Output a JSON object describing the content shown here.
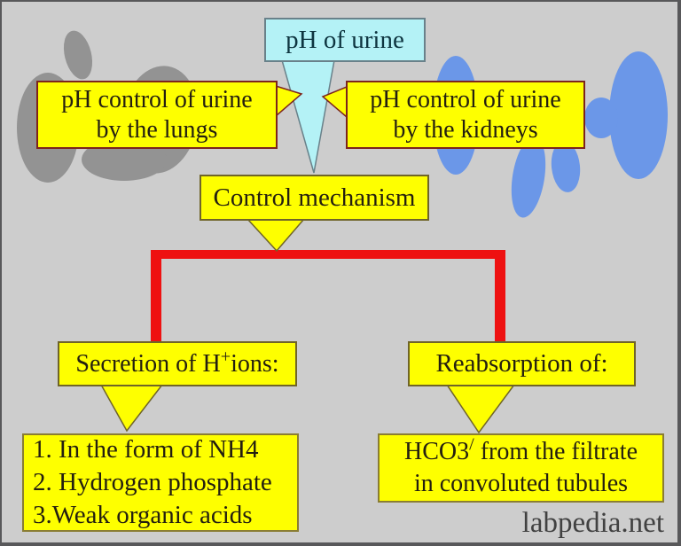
{
  "diagram": {
    "title_box": {
      "text": "pH of urine"
    },
    "lungs_box": {
      "line1": "pH control of urine",
      "line2": "by the lungs"
    },
    "kidneys_box": {
      "line1": "pH control of urine",
      "line2": "by the kidneys"
    },
    "control_box": {
      "text": "Control mechanism"
    },
    "secretion_box": {
      "pre": "Secretion of H",
      "sup": "+",
      "post": "ions:"
    },
    "reabsorption_box": {
      "text": "Reabsorption of:"
    },
    "secretion_list": {
      "items": [
        "1. In the form of NH4",
        "2. Hydrogen phosphate",
        "3.Weak organic acids"
      ]
    },
    "hco3_box": {
      "line1_pre": "HCO3",
      "line1_sup": "/",
      "line1_post": " from the filtrate",
      "line2": "in convoluted tubules"
    },
    "watermark": "labpedia.net"
  },
  "colors": {
    "background": "#cdcdcd",
    "box_yellow": "#feff00",
    "box_cyan": "#b4f2f6",
    "connector_red": "#ee1111",
    "lungs_gray": "#939393",
    "kidneys_blue": "#6b97e8"
  }
}
